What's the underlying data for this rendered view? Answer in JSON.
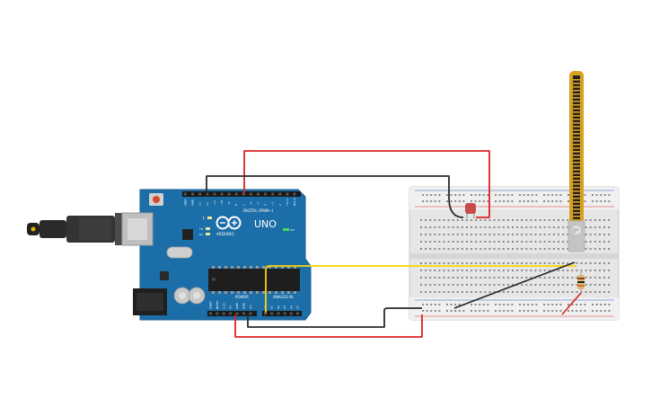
{
  "arduino": {
    "brand": "ARDUINO",
    "model": "UNO",
    "header_digital": "DIGITAL (PWM~)",
    "header_power": "POWER",
    "header_analog": "ANALOG IN",
    "on_label": "ON",
    "led_l": "L",
    "led_tx": "TX",
    "led_rx": "RX",
    "digital_pins": [
      "AREF",
      "GND",
      "13",
      "12",
      "~11",
      "~10",
      "~9",
      "8",
      "7",
      "~6",
      "~5",
      "4",
      "~3",
      "2",
      "TX→1",
      "RX←0"
    ],
    "power_pins": [
      "IOREF",
      "RESET",
      "3.3V",
      "5V",
      "GND",
      "GND",
      "Vin"
    ],
    "analog_pins": [
      "A0",
      "A1",
      "A2",
      "A3",
      "A4",
      "A5"
    ]
  },
  "flex_sensor": {
    "angle_label": "0°"
  },
  "colors": {
    "board": "#1c6ea8",
    "board_edge": "#175e91",
    "wire_red": "#dd2222",
    "wire_black": "#2a2a2a",
    "wire_yellow": "#ffd400",
    "breadboard": "#e9e9e9",
    "rail_red": "#e03030",
    "rail_blue": "#3060c0",
    "flex_gold": "#d8a020"
  }
}
